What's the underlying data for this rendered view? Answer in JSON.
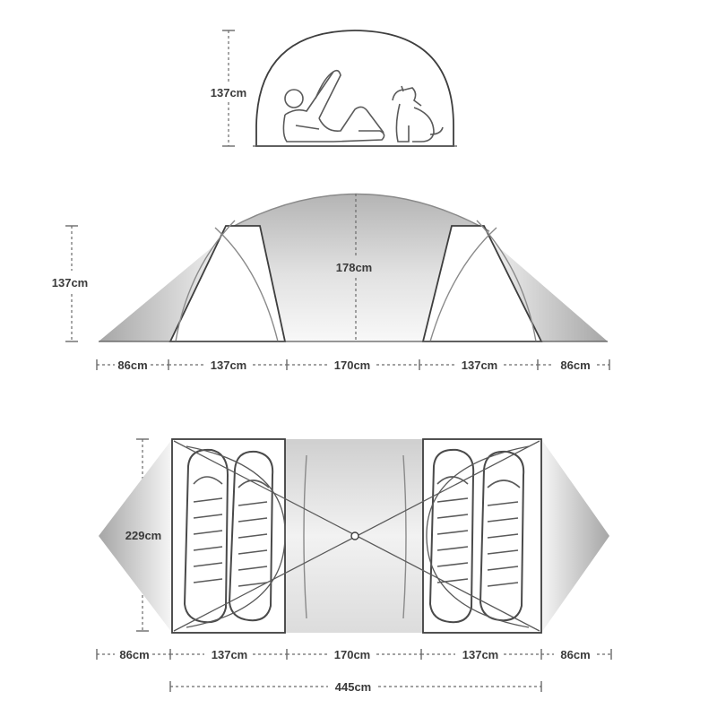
{
  "side_view": {
    "height_label": "137cm"
  },
  "front_view": {
    "height_label": "137cm",
    "center_height_label": "178cm",
    "widths": [
      "86cm",
      "137cm",
      "170cm",
      "137cm",
      "86cm"
    ]
  },
  "floor_plan": {
    "depth_label": "229cm",
    "widths": [
      "86cm",
      "137cm",
      "170cm",
      "137cm",
      "86cm"
    ],
    "total_label": "445cm"
  },
  "colors": {
    "outline": "#3e3e3e",
    "dimension_line": "#6a6a6a",
    "fill_gradient_dark": "#9a9a9a",
    "fill_gradient_light": "#f4f4f4"
  },
  "icons": [
    "person-lying-icon",
    "dog-sitting-icon",
    "sleeping-bag-icon"
  ]
}
